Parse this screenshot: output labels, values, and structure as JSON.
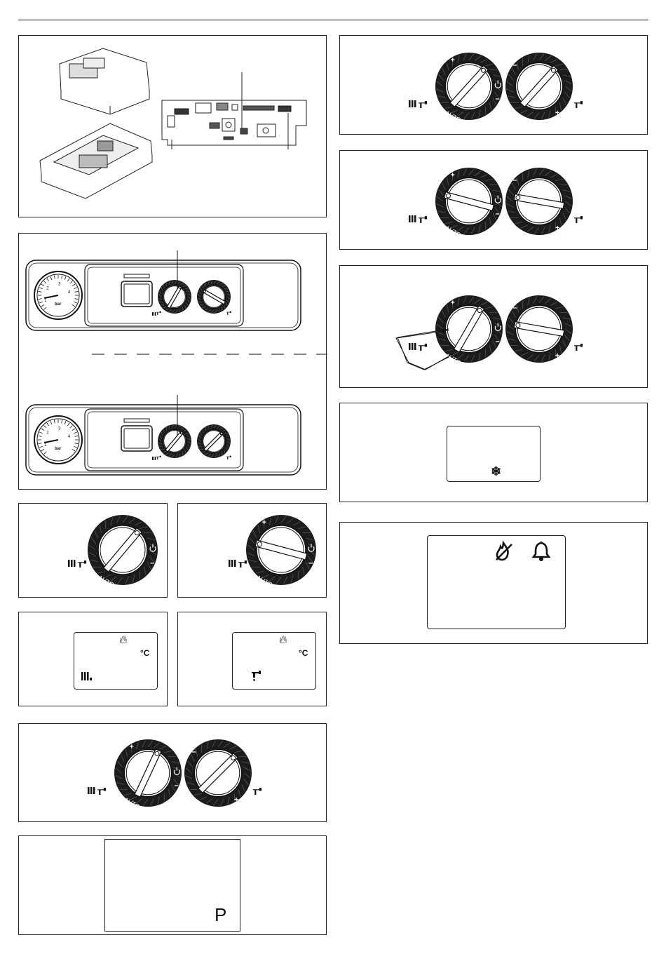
{
  "gauge_unit": "bar",
  "gauge_ticks": [
    "1",
    "2",
    "3",
    "4"
  ],
  "dial_marks": {
    "plus": "+",
    "minus": "−",
    "auto": "AUTO"
  },
  "display_temp_unit": "°C",
  "display_p_letter": "P",
  "icons": [
    "radiator-icon",
    "tap-icon",
    "flame-icon",
    "snowflake-icon",
    "bell-icon",
    "crossed-flame-icon",
    "power-icon"
  ]
}
